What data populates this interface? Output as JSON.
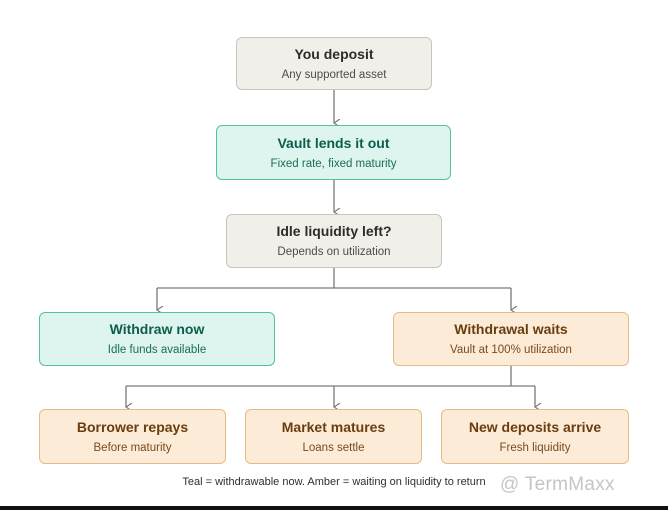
{
  "nodes": {
    "deposit": {
      "title": "You deposit",
      "subtitle": "Any supported asset"
    },
    "vault": {
      "title": "Vault lends it out",
      "subtitle": "Fixed rate, fixed maturity"
    },
    "idle": {
      "title": "Idle liquidity left?",
      "subtitle": "Depends on utilization"
    },
    "withdraw_now": {
      "title": "Withdraw now",
      "subtitle": "Idle funds available"
    },
    "withdrawal_waits": {
      "title": "Withdrawal waits",
      "subtitle": "Vault at 100% utilization"
    },
    "borrower": {
      "title": "Borrower repays",
      "subtitle": "Before maturity"
    },
    "market": {
      "title": "Market matures",
      "subtitle": "Loans settle"
    },
    "new_deposits": {
      "title": "New deposits arrive",
      "subtitle": "Fresh liquidity"
    }
  },
  "caption": "Teal = withdrawable now. Amber = waiting on liquidity to return",
  "watermark": "@ TermMaxx",
  "colors": {
    "neutral_fill": "#f1efe9",
    "teal_fill": "#def4ee",
    "teal_border": "#57bfa6",
    "amber_fill": "#fcebd7",
    "amber_border": "#e6bb86",
    "connector": "#7a7a7a"
  }
}
